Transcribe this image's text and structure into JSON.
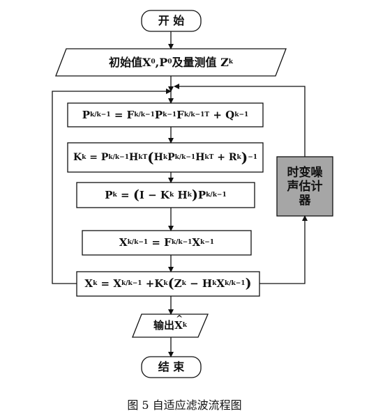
{
  "start_label": "开 始",
  "end_label": "结 束",
  "init": {
    "text": "初始值",
    "x": "X",
    "x_sub": "0",
    "sep": ",",
    "p": "P",
    "p_sub": "0",
    "mid": "及量测值",
    "z": "Z",
    "z_sub": "k"
  },
  "noise_label": [
    "时变噪",
    "声估计",
    "器"
  ],
  "caption": "图 5   自适应滤波流程图",
  "output": {
    "text": "输出",
    "x": "X",
    "x_sub": "k"
  },
  "formulas": {
    "f1": {
      "lhs": "P",
      "lhs_sub": "k/k−1",
      "eq": "=",
      "a": "F",
      "a_sub": "k/k−1",
      "b": "P",
      "b_sub": "k−1",
      "c": "F",
      "c_sub": "k/k−1",
      "c_sup": "T",
      "plus": "+",
      "d": "Q",
      "d_sub": "k−1"
    },
    "f2": {
      "lhs": "K",
      "lhs_sub": "k",
      "eq": "=",
      "a": "P",
      "a_sub": "k/k−1",
      "b": "H",
      "b_sub": "k",
      "b_sup": "T",
      "open": "(",
      "c": "H",
      "c_sub": "k",
      "d": "P",
      "d_sub": "k/k−1",
      "e": "H",
      "e_sub": "k",
      "e_sup": "T",
      "plus": "+",
      "f": "R",
      "f_sub": "k",
      "close": ")",
      "inv": "−1"
    },
    "f3": {
      "lhs": "P",
      "lhs_sub": "k",
      "eq": "=",
      "open": "(",
      "i": "I",
      "minus": "−",
      "a": "K",
      "a_sub": "k",
      "b": "H",
      "b_sub": "k",
      "close": ")",
      "c": "P",
      "c_sub": "k/k−1"
    },
    "f4": {
      "lhs": "X",
      "lhs_sub": "k/k−1",
      "eq": "=",
      "a": "F",
      "a_sub": "k/k−1",
      "b": "X",
      "b_sub": "k−1"
    },
    "f5": {
      "lhs": "X",
      "lhs_sub": "k",
      "eq": "=",
      "a": "X",
      "a_sub": "k/k−1",
      "plus": "+",
      "b": "K",
      "b_sub": "k",
      "open": "(",
      "c": "Z",
      "c_sub": "k",
      "minus": "−",
      "d": "H",
      "d_sub": "k",
      "e": "X",
      "e_sub": "k/k−1",
      "close": ")"
    }
  }
}
